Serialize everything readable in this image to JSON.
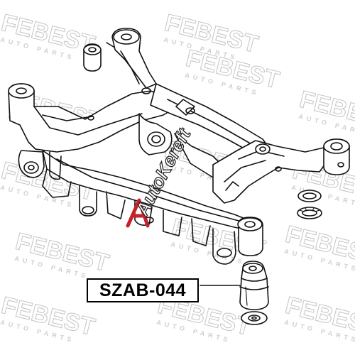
{
  "watermark": {
    "brand": "FEBEST",
    "sub": "AUTO PARTS",
    "color": "#d9d9d9"
  },
  "overlay_mark": {
    "text": "AutoKereft",
    "color": "#c8202a"
  },
  "part_label": "SZAB-044",
  "colors": {
    "line": "#111111",
    "background": "#ffffff"
  }
}
